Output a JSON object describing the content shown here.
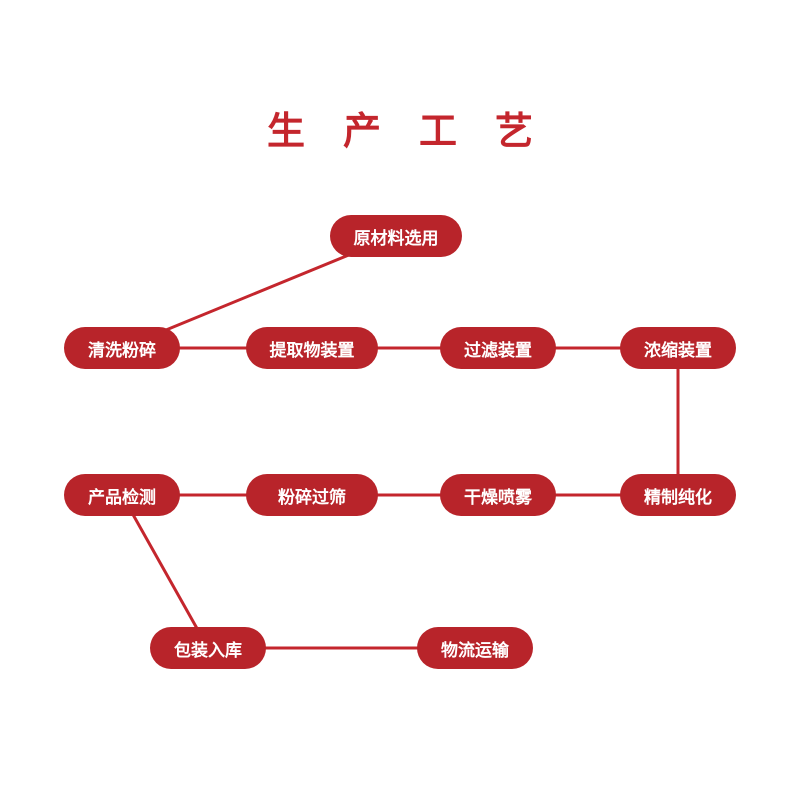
{
  "title": "生产工艺",
  "colors": {
    "accent": "#c4262d",
    "node_fill": "#b8242a",
    "node_text": "#ffffff"
  },
  "steps": {
    "raw_material": "原材料选用",
    "wash_crush": "清洗粉碎",
    "extraction": "提取物装置",
    "filtration": "过滤装置",
    "concentration": "浓缩装置",
    "refine": "精制纯化",
    "spray_dry": "干燥喷雾",
    "crush_sieve": "粉碎过筛",
    "inspection": "产品检测",
    "packing": "包装入库",
    "logistics": "物流运输"
  }
}
